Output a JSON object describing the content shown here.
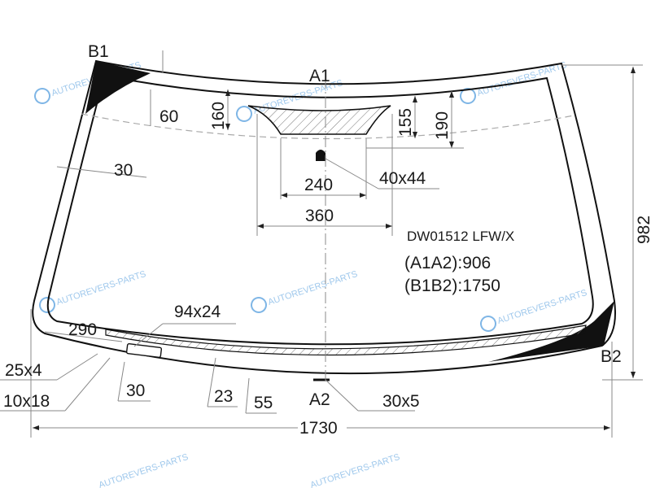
{
  "part_number": "DW01512 LFW/X",
  "points": {
    "a1": "A1",
    "a2": "A2",
    "b1": "B1",
    "b2": "B2"
  },
  "measurements": {
    "a1a2": "(A1A2):906",
    "b1b2": "(B1B2):1750"
  },
  "dimensions": {
    "width": "1730",
    "height": "982",
    "d160": "160",
    "d60": "60",
    "d155": "155",
    "d190": "190",
    "d30_side": "30",
    "d240": "240",
    "d360": "360",
    "sensor": "40x44",
    "d290": "290",
    "vin": "94x24",
    "d25x4": "25x4",
    "d10x18": "10x18",
    "d30_bottom": "30",
    "d23": "23",
    "d55": "55",
    "d30x5": "30x5"
  },
  "watermark": "AUTOREVERS-PARTS",
  "colors": {
    "line": "#111111",
    "dim": "#888888",
    "watermark": "#7fb6e6"
  }
}
